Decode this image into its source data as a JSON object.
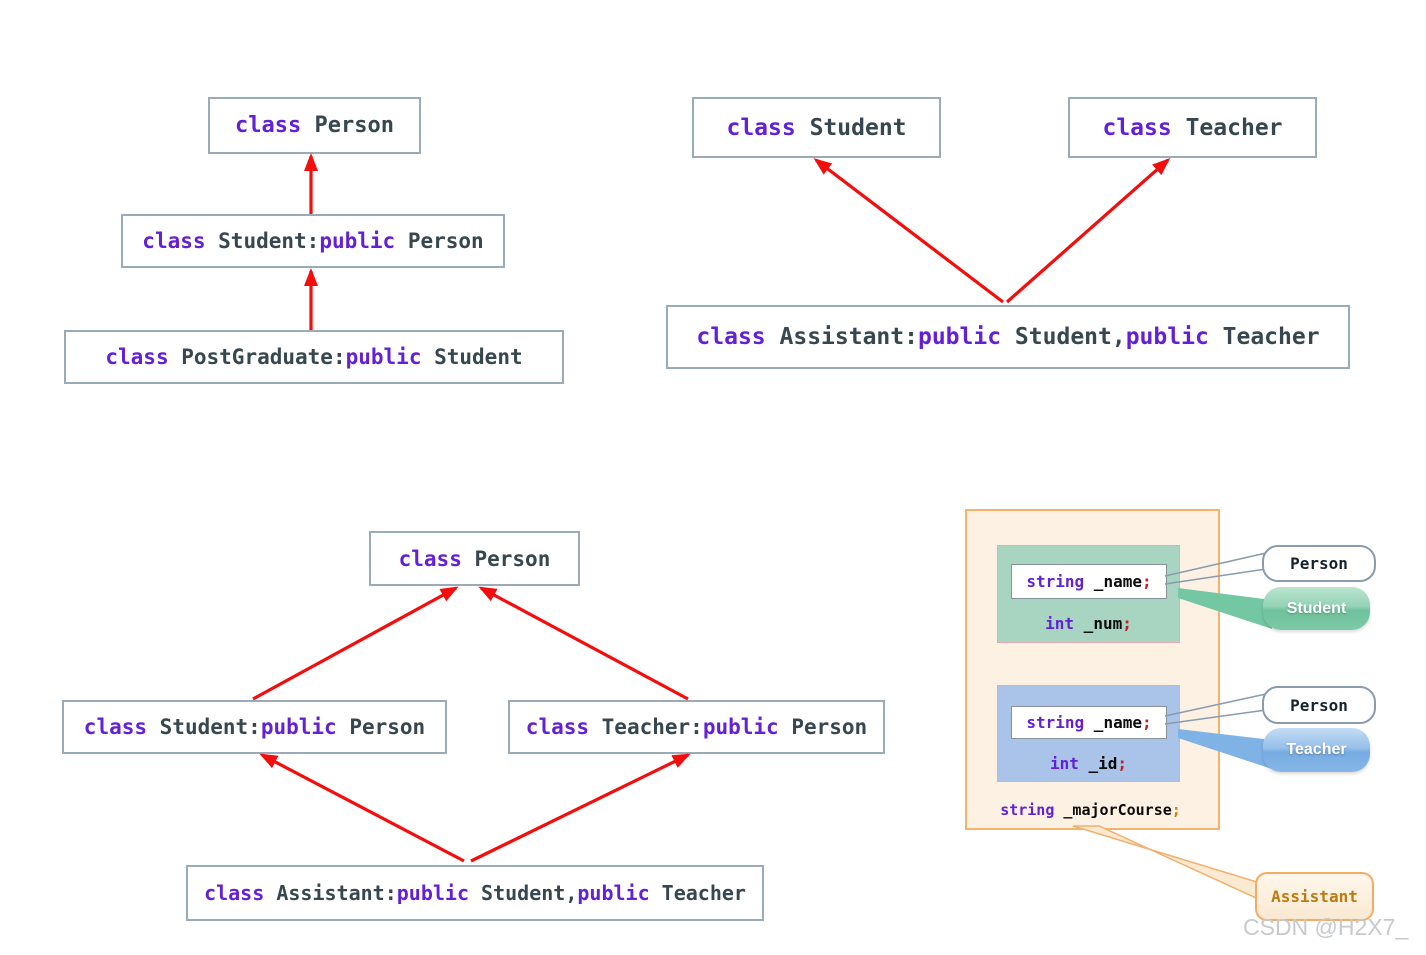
{
  "palette": {
    "keyword": "#6420D6",
    "identifier": "#37474F",
    "member_identifier": "#0B0B0B",
    "semicolon_red": "#C41E25",
    "semicolon_orange": "#D97C06",
    "arrow_red": "#F30D0D",
    "class_box_border": "#9AAAB8",
    "student_subobject_fill": "#A8D5C2",
    "teacher_subobject_fill": "#A9C4E8",
    "subobject_border": "#E8A8B0",
    "assistant_object_fill": "#FDF1E3",
    "assistant_object_border": "#F5B26B",
    "callout_student_green": "#74C7A3",
    "callout_teacher_blue": "#7FB2E5",
    "connector_gray": "#8A9BB0"
  },
  "single_inheritance": {
    "person": [
      {
        "t": "class",
        "c": "kw"
      },
      {
        "t": " Person",
        "c": "id"
      }
    ],
    "student": [
      {
        "t": "class",
        "c": "kw"
      },
      {
        "t": " Student:",
        "c": "id"
      },
      {
        "t": "public",
        "c": "kw"
      },
      {
        "t": " Person",
        "c": "id"
      }
    ],
    "postgraduate": [
      {
        "t": "class",
        "c": "kw"
      },
      {
        "t": " PostGraduate:",
        "c": "id"
      },
      {
        "t": "public",
        "c": "kw"
      },
      {
        "t": " Student",
        "c": "id"
      }
    ]
  },
  "multiple_inheritance": {
    "student": [
      {
        "t": "class",
        "c": "kw"
      },
      {
        "t": " Student",
        "c": "id"
      }
    ],
    "teacher": [
      {
        "t": "class",
        "c": "kw"
      },
      {
        "t": " Teacher",
        "c": "id"
      }
    ],
    "assistant": [
      {
        "t": "class",
        "c": "kw"
      },
      {
        "t": " Assistant:",
        "c": "id"
      },
      {
        "t": "public",
        "c": "kw"
      },
      {
        "t": " Student,",
        "c": "id"
      },
      {
        "t": "public",
        "c": "kw"
      },
      {
        "t": " Teacher",
        "c": "id"
      }
    ]
  },
  "diamond_inheritance": {
    "person": [
      {
        "t": "class",
        "c": "kw"
      },
      {
        "t": " Person",
        "c": "id"
      }
    ],
    "student": [
      {
        "t": "class",
        "c": "kw"
      },
      {
        "t": " Student:",
        "c": "id"
      },
      {
        "t": "public",
        "c": "kw"
      },
      {
        "t": " Person",
        "c": "id"
      }
    ],
    "teacher": [
      {
        "t": "class",
        "c": "kw"
      },
      {
        "t": " Teacher:",
        "c": "id"
      },
      {
        "t": "public",
        "c": "kw"
      },
      {
        "t": " Person",
        "c": "id"
      }
    ],
    "assistant": [
      {
        "t": "class",
        "c": "kw"
      },
      {
        "t": " Assistant:",
        "c": "id"
      },
      {
        "t": "public",
        "c": "kw"
      },
      {
        "t": " Student,",
        "c": "id"
      },
      {
        "t": "public",
        "c": "kw"
      },
      {
        "t": " Teacher",
        "c": "id"
      }
    ]
  },
  "memory_layout": {
    "student_subobject": {
      "name_field": [
        {
          "t": "string",
          "c": "kw"
        },
        {
          "t": " _name",
          "c": "idb"
        },
        {
          "t": ";",
          "c": "semi"
        }
      ],
      "num_field": [
        {
          "t": "int",
          "c": "kw"
        },
        {
          "t": " _num",
          "c": "idb"
        },
        {
          "t": ";",
          "c": "semi"
        }
      ]
    },
    "teacher_subobject": {
      "name_field": [
        {
          "t": "string",
          "c": "kw"
        },
        {
          "t": " _name",
          "c": "idb"
        },
        {
          "t": ";",
          "c": "semi"
        }
      ],
      "id_field": [
        {
          "t": "int",
          "c": "kw"
        },
        {
          "t": " _id",
          "c": "idb"
        },
        {
          "t": ";",
          "c": "semi"
        }
      ]
    },
    "major_course_field": [
      {
        "t": "string",
        "c": "kw"
      },
      {
        "t": " _majorCourse",
        "c": "idb"
      },
      {
        "t": ";",
        "c": "semio"
      }
    ],
    "callouts": {
      "student_base": "Person",
      "student": "Student",
      "teacher_base": "Person",
      "teacher": "Teacher",
      "assistant": "Assistant"
    }
  },
  "watermark": "CSDN @H2X7_"
}
